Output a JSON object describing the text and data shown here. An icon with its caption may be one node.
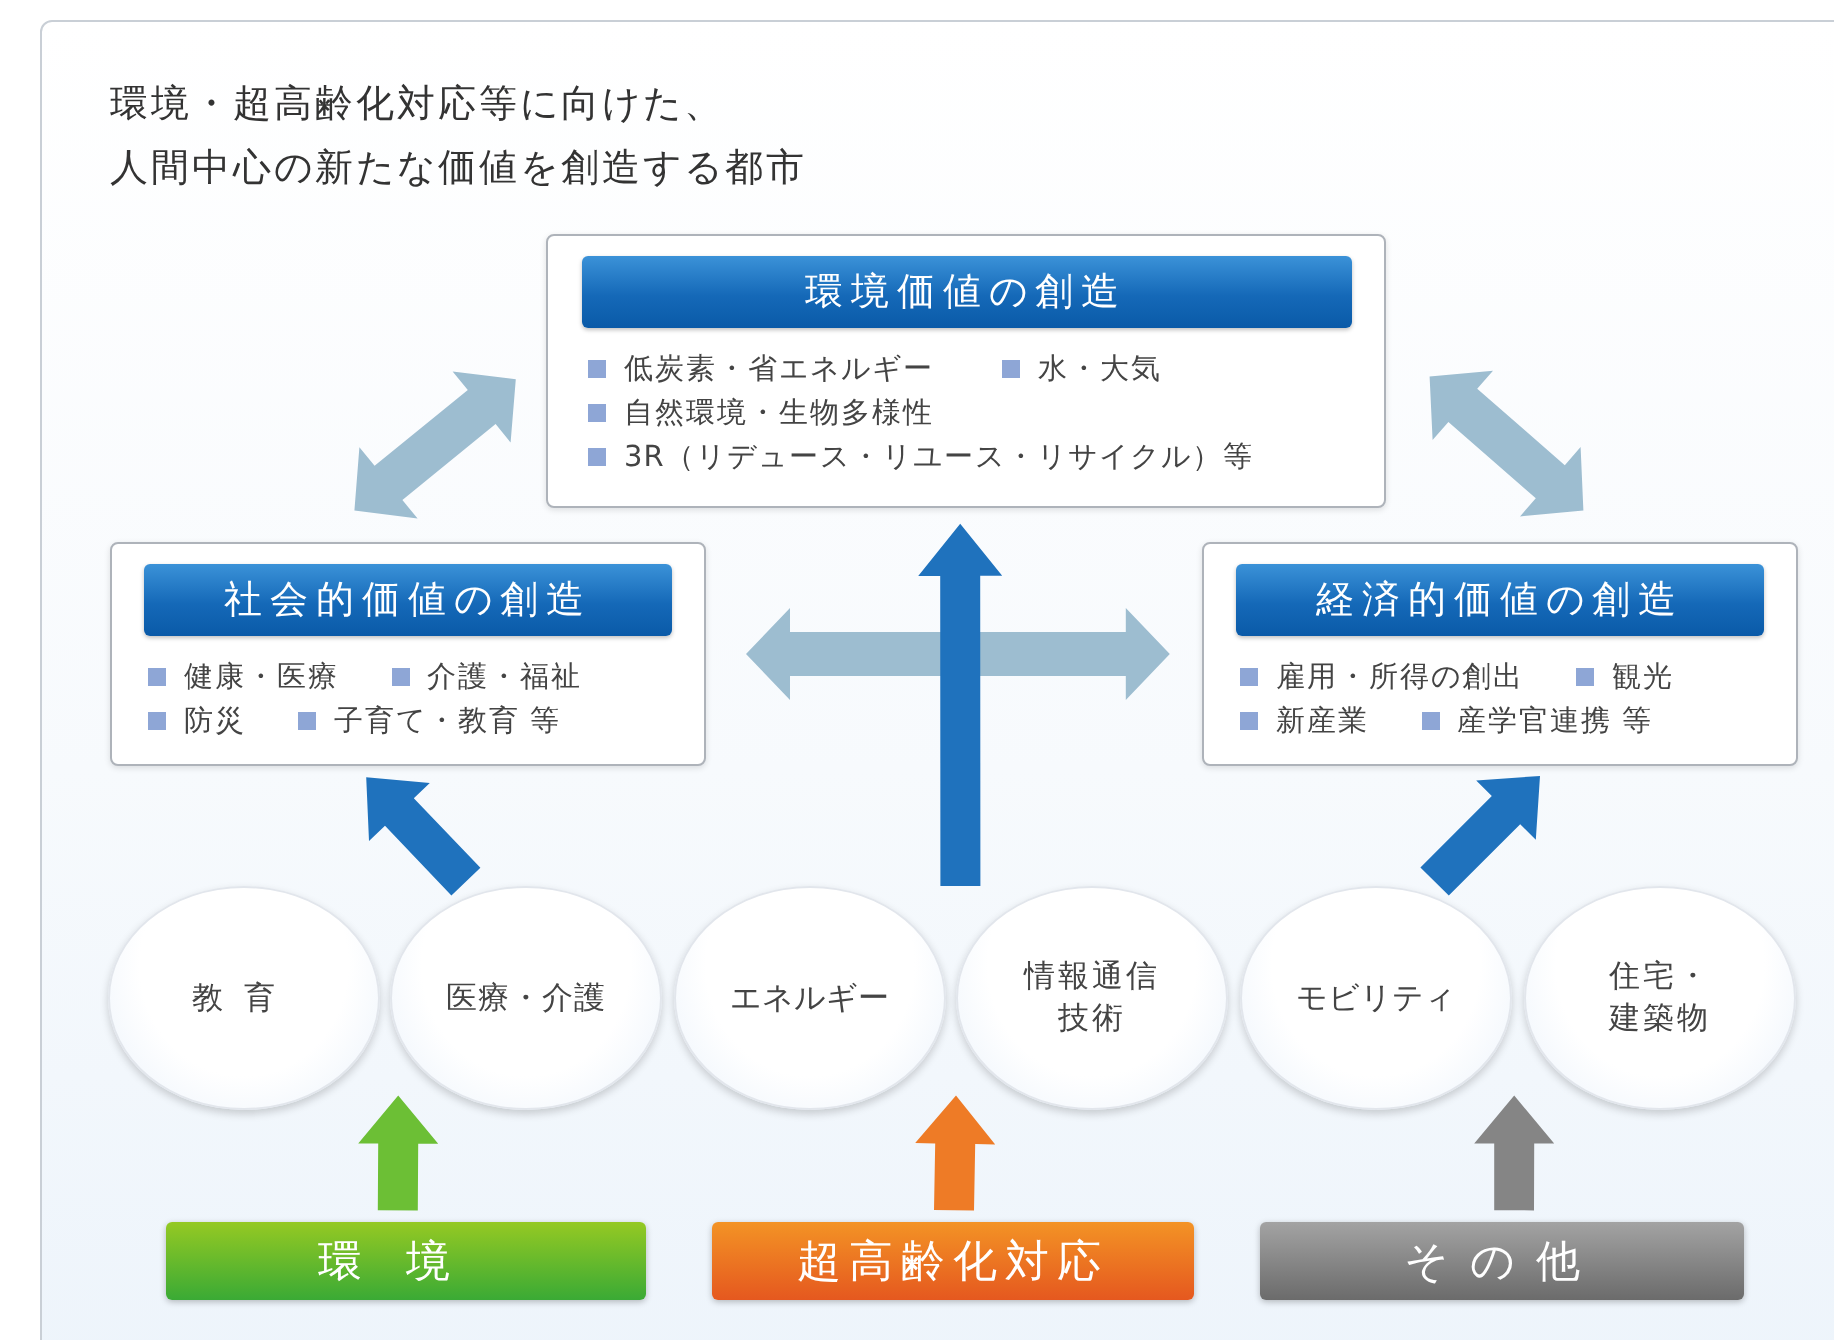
{
  "diagram": {
    "title": "環境・超高齢化対応等に向けた、人間中心の新たな価値を創造する都市",
    "nodes": [
      {
        "text": [
          "環境価値の創造",
          "低炭素・省エネルギー",
          "水・大気",
          "自然環境・生物多様性",
          "3R（リデュース・リユース・リサイクル）等"
        ]
      },
      {
        "text": [
          "社会的価値の創造",
          "健康・医療",
          "介護・福祉",
          "防災",
          "子育て・教育 等"
        ]
      },
      {
        "text": [
          "経済的価値の創造",
          "雇用・所得の創出",
          "観光",
          "新産業",
          "産学官連携 等"
        ]
      },
      {
        "text": [
          "教育"
        ]
      },
      {
        "text": [
          "医療・介護"
        ]
      },
      {
        "text": [
          "エネルギー"
        ]
      },
      {
        "text": [
          "情報通信技術"
        ]
      },
      {
        "text": [
          "モビリティ"
        ]
      },
      {
        "text": [
          "住宅・建築物"
        ]
      },
      {
        "text": [
          "環境"
        ]
      },
      {
        "text": [
          "超高齢化対応"
        ]
      },
      {
        "text": [
          "その他"
        ]
      }
    ],
    "edges": [
      {
        "from": 1,
        "to": 0,
        "arrow": "both",
        "color": "#9dbdd0"
      },
      {
        "from": 0,
        "to": 2,
        "arrow": "both",
        "color": "#9dbdd0"
      },
      {
        "from": 1,
        "to": 2,
        "arrow": "both",
        "color": "#9dbdd0"
      },
      {
        "from": 3,
        "to": 1,
        "arrow": "to"
      },
      {
        "from": 4,
        "to": 1,
        "arrow": "to"
      },
      {
        "from": 5,
        "to": 0,
        "arrow": "to"
      },
      {
        "from": 6,
        "to": 0,
        "arrow": "to"
      },
      {
        "from": 7,
        "to": 2,
        "arrow": "to"
      },
      {
        "from": 8,
        "to": 2,
        "arrow": "to"
      },
      {
        "from": 9,
        "to": 3,
        "arrow": "to",
        "color": "#6cbf35"
      },
      {
        "from": 9,
        "to": 4,
        "arrow": "to",
        "color": "#6cbf35"
      },
      {
        "from": 10,
        "to": 5,
        "arrow": "to",
        "color": "#ee7b26"
      },
      {
        "from": 10,
        "to": 6,
        "arrow": "to",
        "color": "#ee7b26"
      },
      {
        "from": 11,
        "to": 7,
        "arrow": "to",
        "color": "#858585"
      },
      {
        "from": 11,
        "to": 8,
        "arrow": "to",
        "color": "#858585"
      }
    ]
  }
}
